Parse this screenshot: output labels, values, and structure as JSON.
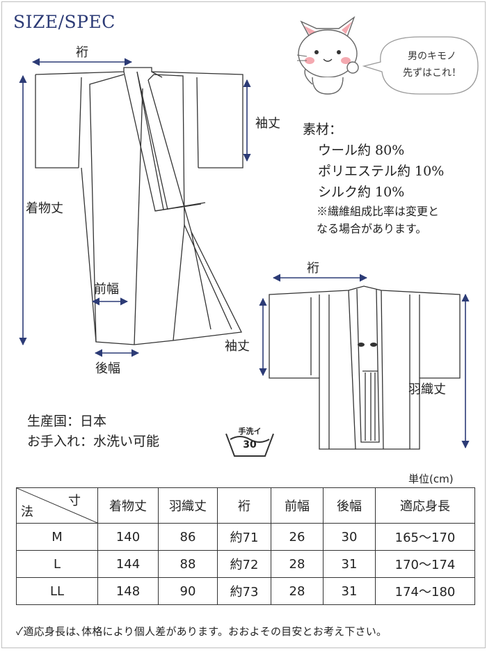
{
  "header": {
    "title": "SIZE/SPEC"
  },
  "bubble": {
    "line1": "男のキモノ",
    "line2": "先ずはこれ！"
  },
  "kimono_labels": {
    "yuki": "裄",
    "sodetake": "袖丈",
    "kimonotake": "着物丈",
    "maehaba": "前幅",
    "ushirohaba": "後幅"
  },
  "haori_labels": {
    "yuki": "裄",
    "sodetake": "袖丈",
    "haoritake": "羽織丈"
  },
  "material": {
    "heading": "素材：",
    "items": [
      "ウール約 80%",
      "ポリエステル約 10%",
      "シルク約 10%"
    ],
    "note_line1": "※繊維組成比率は変更と",
    "note_line2": "なる場合があります。"
  },
  "origin": {
    "country": "生産国：日本",
    "care": "お手入れ：水洗い可能"
  },
  "wash_icon": {
    "label": "手洗イ",
    "temp": "30"
  },
  "table": {
    "unit": "単位(cm)",
    "corner_top": "寸",
    "corner_bottom": "法",
    "headers": [
      "着物丈",
      "羽織丈",
      "裄",
      "前幅",
      "後幅",
      "適応身長"
    ],
    "rows": [
      {
        "size": "M",
        "cells": [
          "140",
          "86",
          "約71",
          "26",
          "30",
          "165～170"
        ]
      },
      {
        "size": "L",
        "cells": [
          "144",
          "88",
          "約72",
          "28",
          "31",
          "170～174"
        ]
      },
      {
        "size": "LL",
        "cells": [
          "148",
          "90",
          "約73",
          "28",
          "31",
          "174～180"
        ]
      }
    ]
  },
  "footnote": "✓適応身長は､体格により個人差があります。おおよその目安とお考え下さい。",
  "colors": {
    "accent": "#2c3b76",
    "line": "#333333"
  }
}
